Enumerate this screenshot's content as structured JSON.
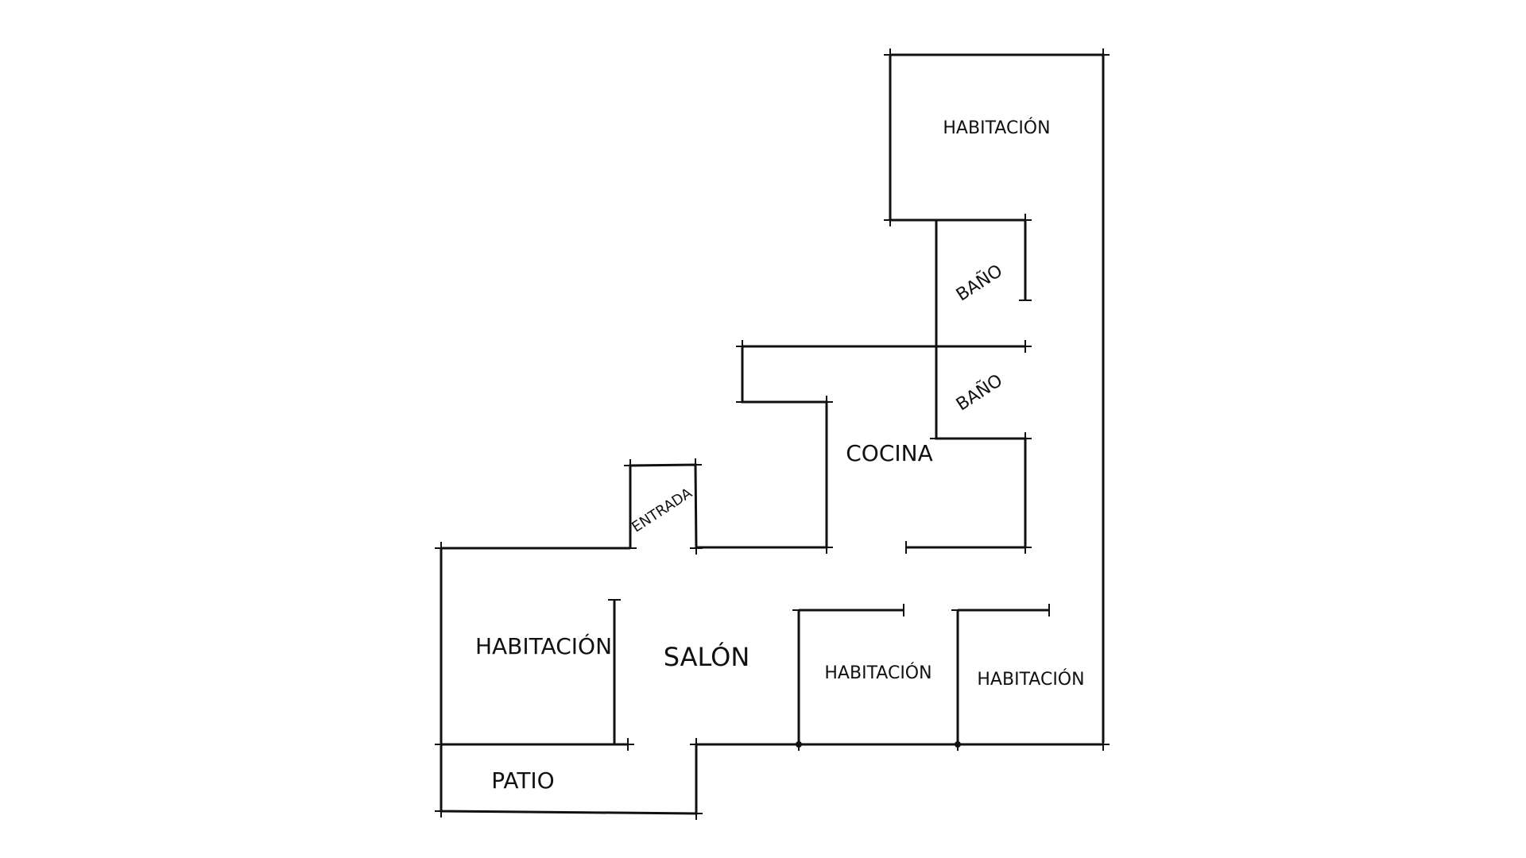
{
  "rooms": {
    "habitacion_top": "HABITACIÓN",
    "bano_upper": "BAÑO",
    "bano_lower": "BAÑO",
    "cocina": "COCINA",
    "entrada": "ENTRADA",
    "habitacion_left": "HABITACIÓN",
    "salon": "SALÓN",
    "habitacion_mid": "HABITACIÓN",
    "habitacion_right": "HABITACIÓN",
    "patio": "PATIO"
  }
}
